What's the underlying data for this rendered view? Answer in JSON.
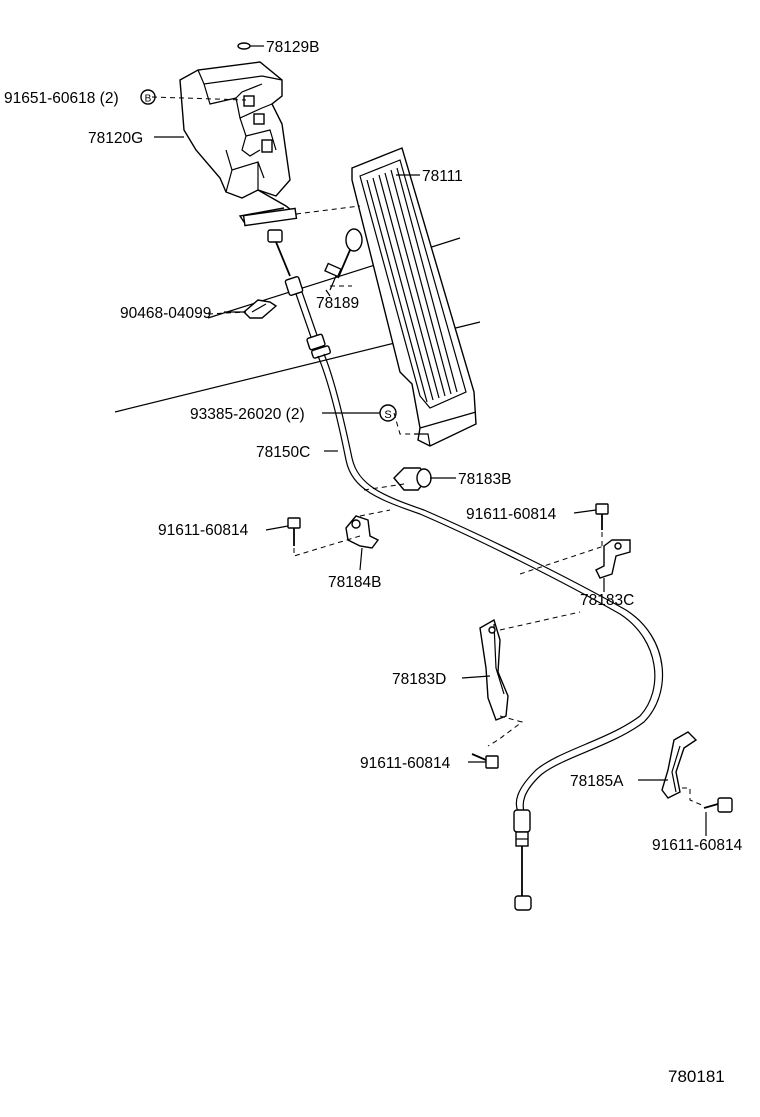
{
  "diagram_id": "780181",
  "parts": {
    "p78129B": "78129B",
    "p91651": "91651-60618 (2)",
    "p78120G": "78120G",
    "p78111": "78111",
    "p90468": "90468-04099",
    "p78189": "78189",
    "p93385": "93385-26020 (2)",
    "p78150C": "78150C",
    "p78183B": "78183B",
    "p91611_a": "91611-60814",
    "p91611_b": "91611-60814",
    "p78184B": "78184B",
    "p78183C": "78183C",
    "p78183D": "78183D",
    "p91611_c": "91611-60814",
    "p78185A": "78185A",
    "p91611_d": "91611-60814"
  },
  "markers": {
    "b_marker": "B",
    "s_marker": "S"
  }
}
